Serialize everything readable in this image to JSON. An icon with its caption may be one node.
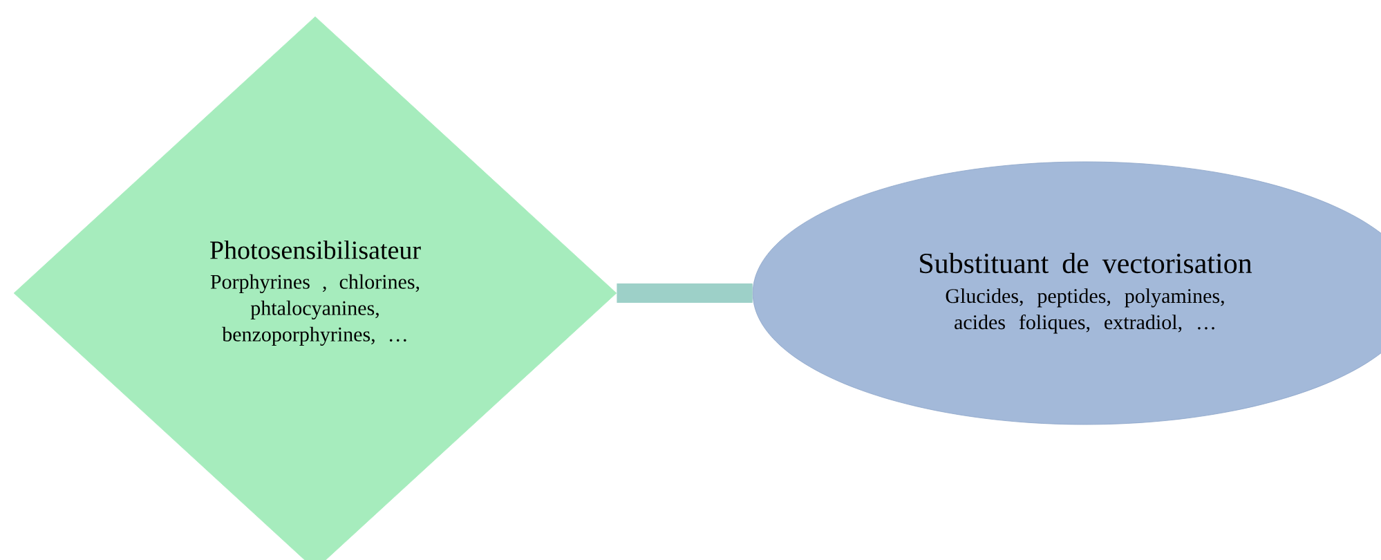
{
  "diagram": {
    "nodes": [
      {
        "text": [
          "Photosensibilisateur",
          "Porphyrines , chlorines, phtalocyanines, benzoporphyrines, …"
        ]
      },
      {
        "text": [
          "Substituant de vectorisation",
          "Glucides, peptides, polyamines, acides foliques, extradiol, …"
        ]
      }
    ],
    "edges": [
      {
        "from": 0,
        "to": 1,
        "arrow": "none"
      }
    ]
  }
}
